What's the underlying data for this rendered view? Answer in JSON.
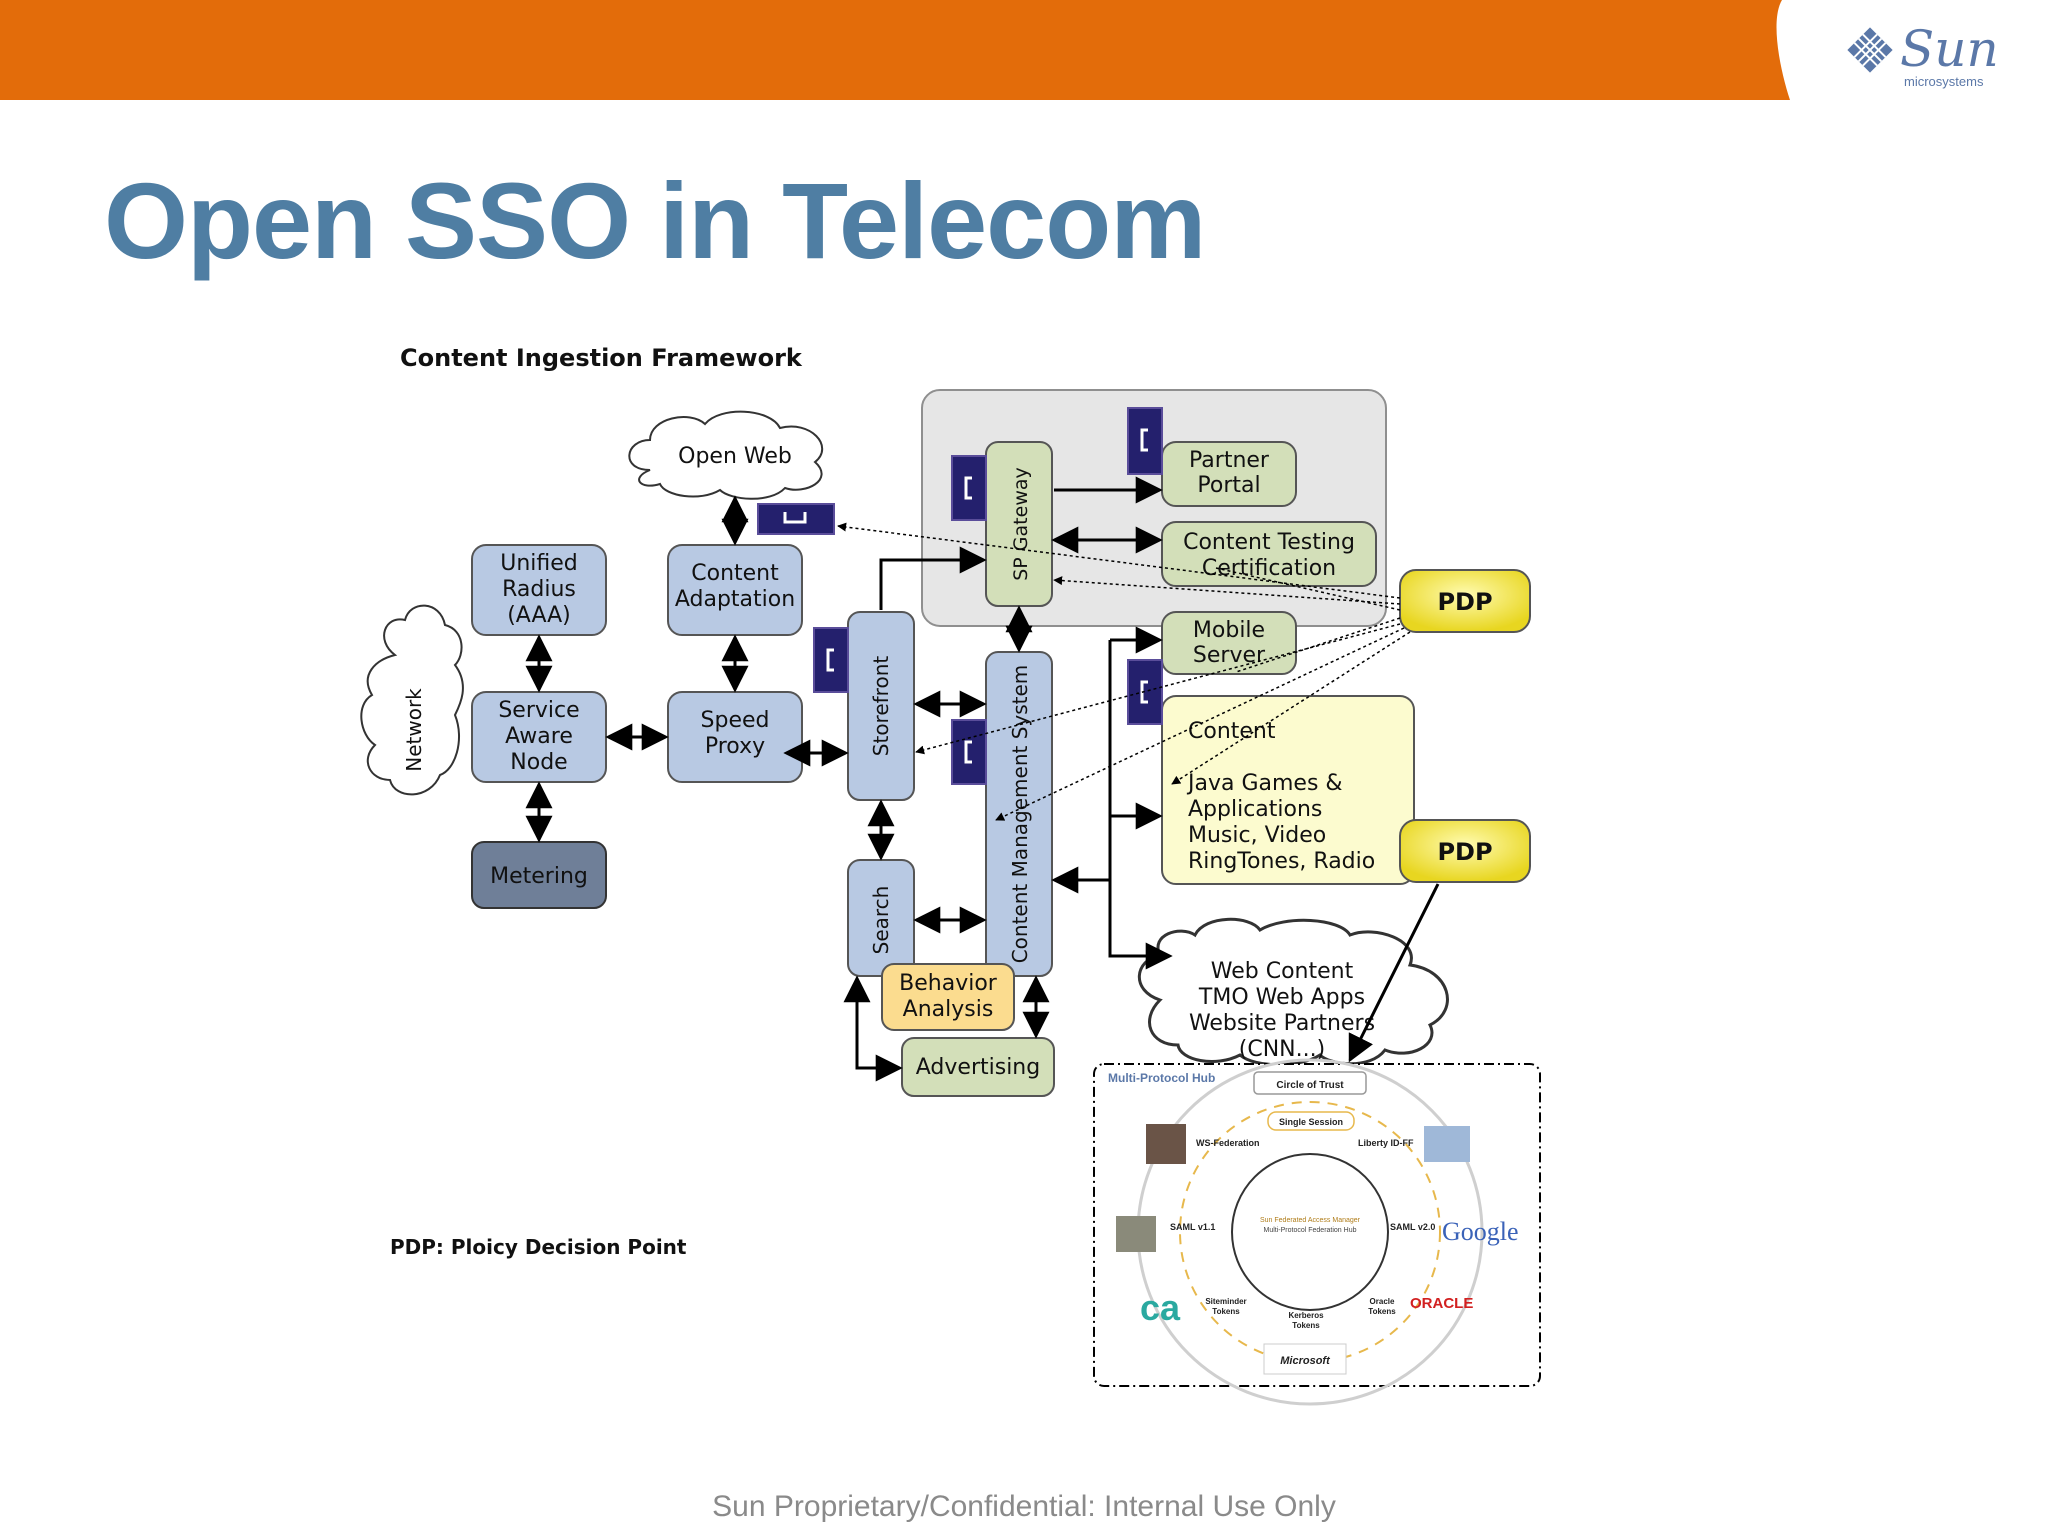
{
  "slide": {
    "title": "Open SSO in Telecom",
    "footer": "Sun Proprietary/Confidential: Internal Use Only",
    "logo_text": "Sun",
    "logo_subtext": "microsystems",
    "accent_color": "#e36c0a",
    "title_color": "#4f7ea3"
  },
  "diagram": {
    "heading": "Content Ingestion Framework",
    "legend_note": "PDP: Ploicy Decision Point",
    "open_web": "Open Web",
    "network": "Network",
    "unified_radius": [
      "Unified",
      "Radius",
      "(AAA)"
    ],
    "service_aware_node": [
      "Service",
      "Aware",
      "Node"
    ],
    "metering": "Metering",
    "content_adaptation": [
      "Content",
      "Adaptation"
    ],
    "speed_proxy": [
      "Speed",
      "Proxy"
    ],
    "storefront": "Storefront",
    "search": "Search",
    "sp_gateway": "SP Gateway",
    "content_management_system": "Content Management System",
    "behavior_analysis": [
      "Behavior",
      "Analysis"
    ],
    "advertising": "Advertising",
    "partner_portal": [
      "Partner",
      "Portal"
    ],
    "content_testing": [
      "Content Testing",
      "Certification"
    ],
    "mobile_server": [
      "Mobile",
      "Server"
    ],
    "content_box": [
      "Content",
      "Java Games &",
      "Applications",
      "Music, Video",
      "RingTones, Radio"
    ],
    "pdp_top": "PDP",
    "pdp_bottom": "PDP",
    "web_content": [
      "Web Content",
      "TMO Web Apps",
      "Website Partners",
      "(CNN...)"
    ],
    "hub": {
      "title": "Multi-Protocol Hub",
      "circle_of_trust": "Circle of Trust",
      "single_session": "Single Session",
      "ws_federation": "WS-Federation",
      "liberty": "Liberty ID-FF",
      "saml11": "SAML v1.1",
      "saml20": "SAML v2.0",
      "center_line1": "Sun Federated Access Manager",
      "center_line2": "Multi-Protocol Federation Hub",
      "siteminder": [
        "Siteminder",
        "Tokens"
      ],
      "kerberos": [
        "Kerberos",
        "Tokens"
      ],
      "oracle_tokens": [
        "Oracle",
        "Tokens"
      ],
      "google": "Google",
      "oracle": "ORACLE",
      "ca": "ca",
      "microsoft": "Microsoft"
    }
  },
  "colors": {
    "blue_box": "#b8c9e3",
    "dark_box": "#6f7f98",
    "green_box": "#d3dfb9",
    "yellow_box": "#fcfbcf",
    "orange_box": "#fbdc8f",
    "pdp": "#f5e93a",
    "gray_panel": "#e6e6e6",
    "navy_icon": "#24206d"
  }
}
